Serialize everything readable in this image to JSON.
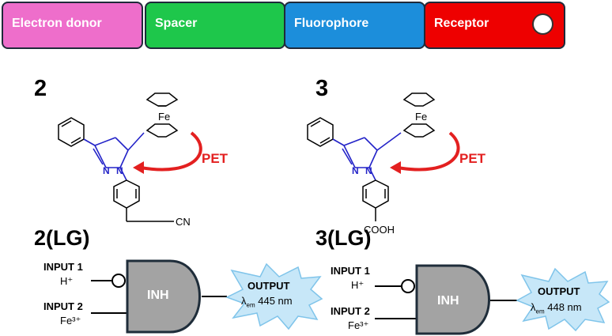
{
  "legend": {
    "segments": [
      {
        "label": "Electron donor",
        "color": "#ee6ecb"
      },
      {
        "label": "Spacer",
        "color": "#1ec74b"
      },
      {
        "label": "Fluorophore",
        "color": "#1c8edb"
      },
      {
        "label": "Receptor",
        "color": "#ee0000"
      }
    ]
  },
  "compounds": [
    {
      "number": "2",
      "iron": "Fe",
      "pet": "PET",
      "substituent": "CN",
      "gate": {
        "title": "2(LG)",
        "input1": "INPUT 1",
        "input1_species": "H⁺",
        "input2": "INPUT 2",
        "input2_species": "Fe³⁺",
        "gate_type": "INH",
        "output": "OUTPUT",
        "lambda": "λ",
        "lambda_sub": "em",
        "emission": "445 nm"
      }
    },
    {
      "number": "3",
      "iron": "Fe",
      "pet": "PET",
      "substituent": "COOH",
      "gate": {
        "title": "3(LG)",
        "input1": "INPUT 1",
        "input1_species": "H⁺",
        "input2": "INPUT 2",
        "input2_species": "Fe³⁺",
        "gate_type": "INH",
        "output": "OUTPUT",
        "lambda": "λ",
        "lambda_sub": "em",
        "emission": "448 nm"
      }
    }
  ],
  "colors": {
    "bond_blue": "#2323c8",
    "pet_red": "#e32020",
    "gate_fill": "#a3a3a3",
    "gate_stroke": "#1f2d3a",
    "starburst": "#c7e7f8",
    "starburst_stroke": "#7fc4ea"
  }
}
